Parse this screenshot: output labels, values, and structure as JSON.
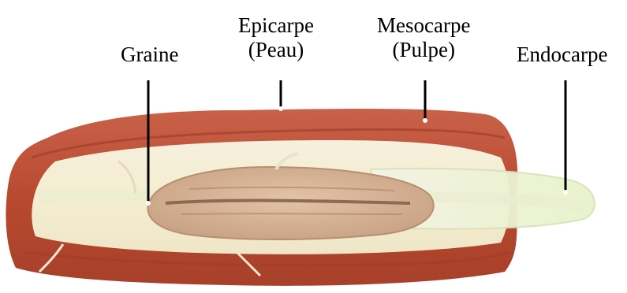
{
  "labels": {
    "graine": "Graine",
    "epicarpe": [
      "Epicarpe",
      "(Peau)"
    ],
    "mesocarpe": [
      "Mesocarpe",
      "(Pulpe)"
    ],
    "endocarpe": "Endocarpe"
  },
  "colors": {
    "epicarp": "#b8492f",
    "mesocarp": "#f3eedc",
    "endocarp": "#eef5cf",
    "seed": "#d9b89a",
    "leader": "#000000"
  }
}
